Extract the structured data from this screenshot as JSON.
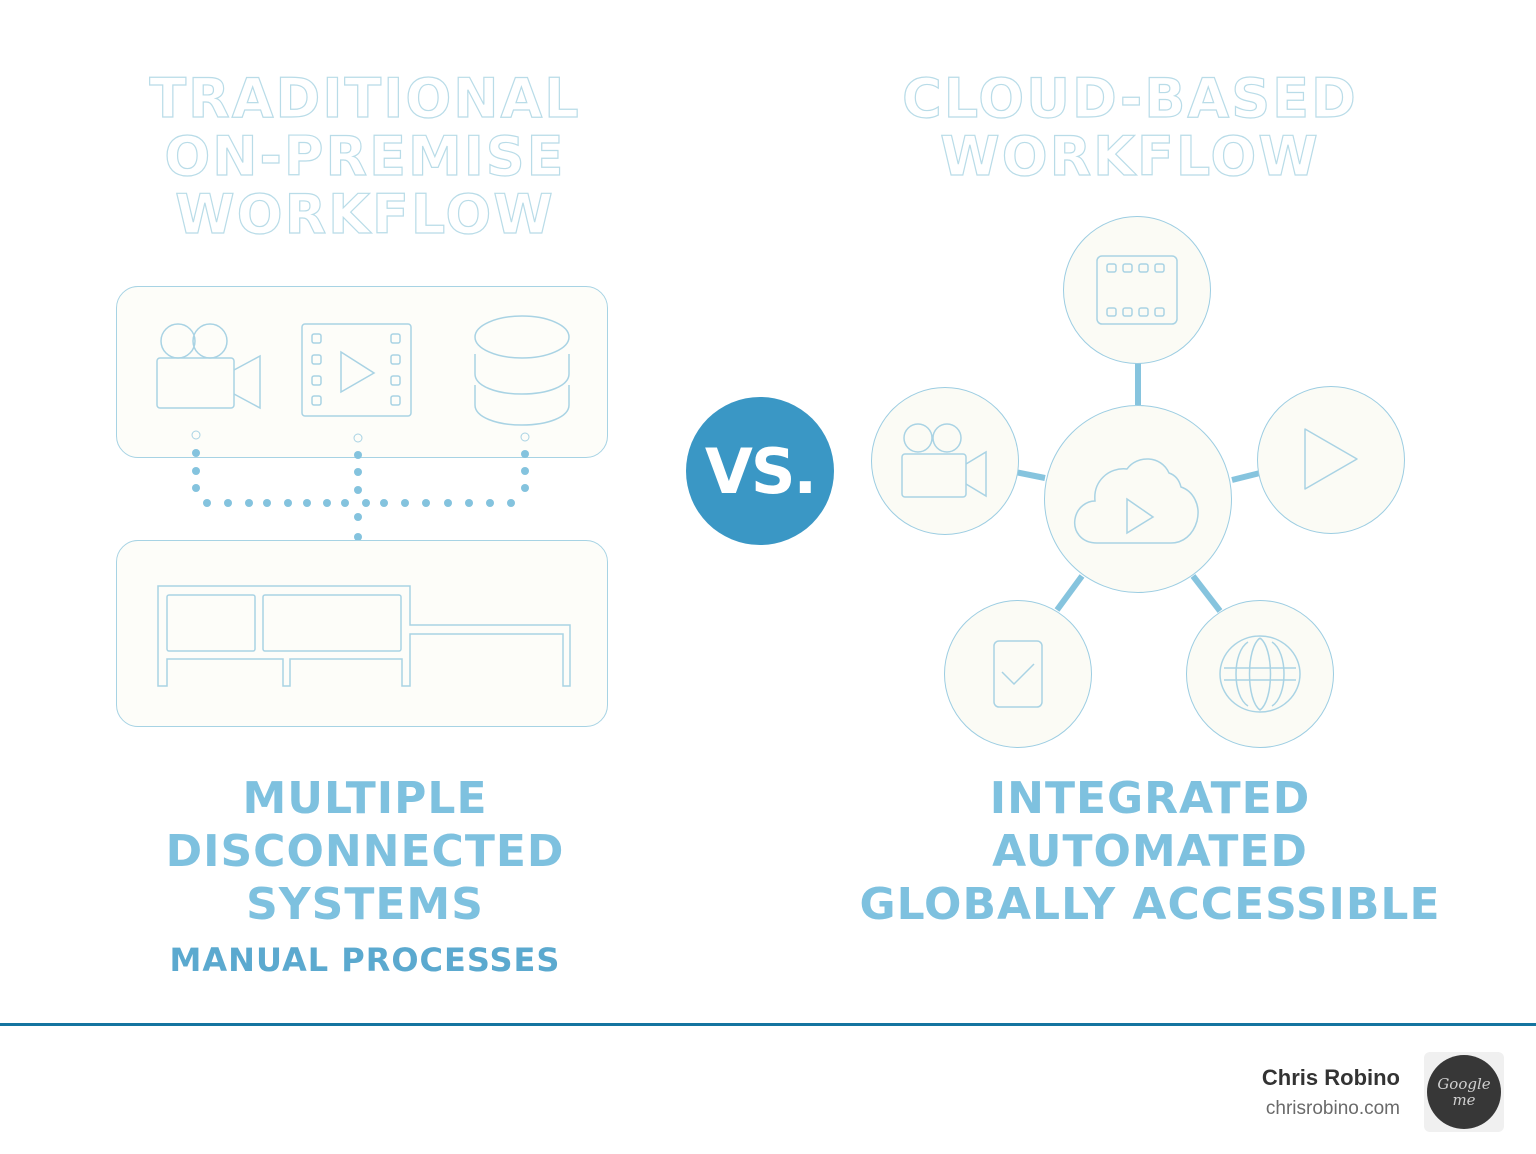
{
  "left": {
    "title_lines": [
      "TRADITIONAL",
      "ON-PREMISE",
      "WORKFLOW"
    ],
    "top_panel_icons": [
      "video-camera-icon",
      "film-play-icon",
      "database-icon"
    ],
    "bottom_panel_icon": "disconnected-systems-structure-icon",
    "caption_lines": [
      "MULTIPLE",
      "DISCONNECTED",
      "SYSTEMS"
    ],
    "subcaption": "MANUAL PROCESSES"
  },
  "vs_label": "VS.",
  "right": {
    "title_lines": [
      "CLOUD-BASED",
      "WORKFLOW"
    ],
    "hub_icon": "cloud-play-icon",
    "satellite_icons": [
      "film-strip-icon",
      "video-camera-icon",
      "play-icon",
      "checklist-icon",
      "globe-icon"
    ],
    "caption_lines": [
      "INTEGRATED",
      "AUTOMATED",
      "GLOBALLY ACCESSIBLE"
    ]
  },
  "footer": {
    "author_name": "Chris Robino",
    "author_site": "chrisrobino.com",
    "avatar_text_line1": "Google",
    "avatar_text_line2": "me"
  },
  "colors": {
    "accent_blue": "#3a97c5",
    "light_blue_text": "#7ec1df",
    "footer_line": "#1474a0",
    "outline_stroke": "#a7d3e4"
  }
}
